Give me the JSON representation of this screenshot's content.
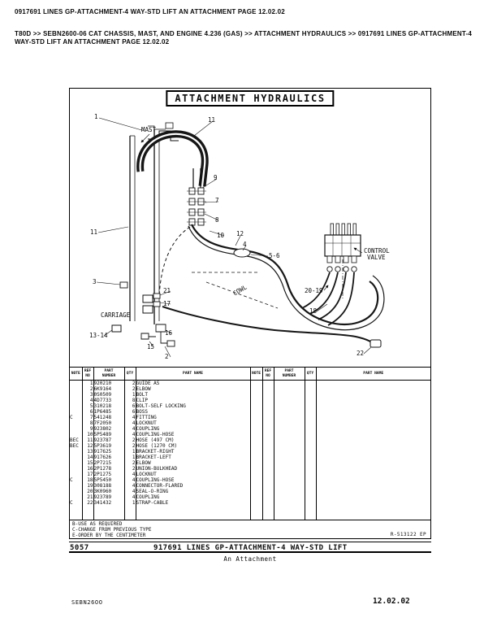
{
  "page": {
    "header_line": "0917691 LINES GP-ATTACHMENT-4 WAY-STD LIFT AN ATTACHMENT PAGE 12.02.02",
    "breadcrumb": "T80D >> SEBN2600-06 CAT CHASSIS, MAST, AND ENGINE 4.236 (GAS) >> ATTACHMENT HYDRAULICS >> 0917691 LINES GP-ATTACHMENT-4 WAY-STD LIFT AN ATTACHMENT PAGE 12.02.02",
    "media_number": "SEBN26OO",
    "date": "12.02.02"
  },
  "diagram": {
    "title": "ATTACHMENT HYDRAULICS",
    "ref_code": "R-513122 EP",
    "labels": {
      "mast": "MAST",
      "cowl": "COWL",
      "carriage": "CARRIAGE",
      "control_valve_line1": "CONTROL",
      "control_valve_line2": "VALVE"
    },
    "callouts": {
      "c1": "1",
      "c2": "2",
      "c3": "3",
      "c4": "4",
      "c5_6": "5-6",
      "c7": "7",
      "c8": "8",
      "c9": "9",
      "c10": "10",
      "c11_top": "11",
      "c11_left": "11",
      "c12": "12",
      "c13_14": "13-14",
      "c15": "15",
      "c16": "16",
      "c17": "17",
      "c18": "18",
      "c20_19": "20-19",
      "c21": "21",
      "c22": "22"
    }
  },
  "table": {
    "col_headers": {
      "note": "NOTE",
      "ref_line1": "REF",
      "ref_line2": "NO",
      "part_line1": "PART",
      "part_line2": "NUMBER",
      "qty": "QTY",
      "name": "PART NAME"
    },
    "rows": [
      {
        "note": "",
        "ref": "1",
        "part": "920210",
        "qty": "2",
        "name": "GUIDE AS"
      },
      {
        "note": "",
        "ref": "2",
        "part": "6K9164",
        "qty": "2",
        "name": "ELBOW"
      },
      {
        "note": "",
        "ref": "3",
        "part": "0S0509",
        "qty": "1",
        "name": "BOLT"
      },
      {
        "note": "",
        "ref": "4",
        "part": "4D7733",
        "qty": "8",
        "name": "CLIP"
      },
      {
        "note": "",
        "ref": "5",
        "part": "310218",
        "qty": "6",
        "name": "BOLT-SELF LOCKING"
      },
      {
        "note": "",
        "ref": "6",
        "part": "1P6485",
        "qty": "6",
        "name": "BOSS"
      },
      {
        "note": "C",
        "ref": "7",
        "part": "541248",
        "qty": "4",
        "name": "FITTING"
      },
      {
        "note": "",
        "ref": "8",
        "part": "7F2050",
        "qty": "4",
        "name": "LOCKNUT"
      },
      {
        "note": "",
        "ref": "9",
        "part": "923802",
        "qty": "4",
        "name": "COUPLING"
      },
      {
        "note": "",
        "ref": "10",
        "part": "5P5489",
        "qty": "4",
        "name": "COUPLING-HOSE"
      },
      {
        "note": "BEC",
        "ref": "11",
        "part": "923787",
        "qty": "2",
        "name": "HOSE (497 CM)"
      },
      {
        "note": "BEC",
        "ref": "12",
        "part": "5P3619",
        "qty": "2",
        "name": "HOSE (1270 CM)"
      },
      {
        "note": "",
        "ref": "13",
        "part": "917625",
        "qty": "1",
        "name": "BRACKET-RIGHT"
      },
      {
        "note": "",
        "ref": "14",
        "part": "917626",
        "qty": "1",
        "name": "BRACKET-LEFT"
      },
      {
        "note": "",
        "ref": "15",
        "part": "2P7215",
        "qty": "2",
        "name": "ELBOW"
      },
      {
        "note": "",
        "ref": "16",
        "part": "2P1278",
        "qty": "2",
        "name": "UNION-BULKHEAD"
      },
      {
        "note": "",
        "ref": "17",
        "part": "2P1275",
        "qty": "4",
        "name": "LOCKNUT"
      },
      {
        "note": "C",
        "ref": "18",
        "part": "5P5450",
        "qty": "4",
        "name": "COUPLING-HOSE"
      },
      {
        "note": "",
        "ref": "19",
        "part": "308188",
        "qty": "4",
        "name": "CONNECTOR-FLARED"
      },
      {
        "note": "",
        "ref": "20",
        "part": "3K0960",
        "qty": "4",
        "name": "SEAL-O-RING"
      },
      {
        "note": "",
        "ref": "21",
        "part": "923789",
        "qty": "4",
        "name": "COUPLING"
      },
      {
        "note": "C",
        "ref": "22",
        "part": "341432",
        "qty": "1",
        "name": "STRAP-CABLE"
      }
    ]
  },
  "notes": [
    "B-USE AS REQUIRED",
    "C-CHANGE FROM PREVIOUS TYPE",
    "E-ORDER BY THE CENTIMETER"
  ],
  "bottom": {
    "page_num": "5057",
    "title": "917691 LINES GP-ATTACHMENT-4 WAY-STD LIFT",
    "subtitle": "An Attachment"
  }
}
